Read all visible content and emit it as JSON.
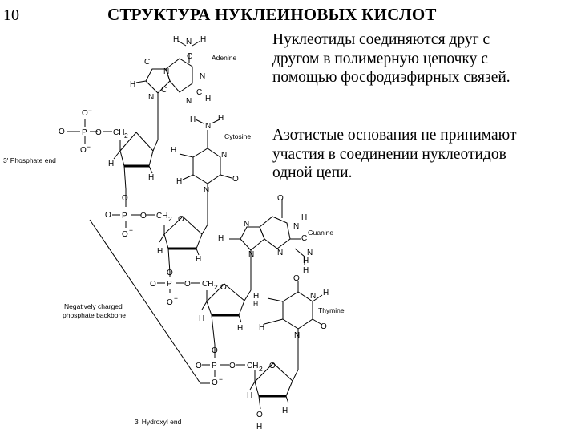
{
  "slide": {
    "number": "10",
    "title": "СТРУКТУРА НУКЛЕИНОВЫХ КИСЛОТ",
    "paragraph1": [
      "Нуклеотиды соединяются друг с",
      "другом в полимерную цепочку с",
      "помощью фосфодиэфирных связей."
    ],
    "paragraph2": [
      "Азотистые основания не принимают",
      "участия в соединении нуклеотидов",
      "одной цепи."
    ]
  },
  "diagram": {
    "labels": {
      "adenine": "Adenine",
      "cytosine": "Cytosine",
      "guanine": "Guanine",
      "thymine": "Thymine",
      "phosphate_end": "3' Phosphate end",
      "hydroxyl_end": "3' Hydroxyl end",
      "backbone_line1": "Negatively charged",
      "backbone_line2": "phosphate backbone"
    }
  }
}
